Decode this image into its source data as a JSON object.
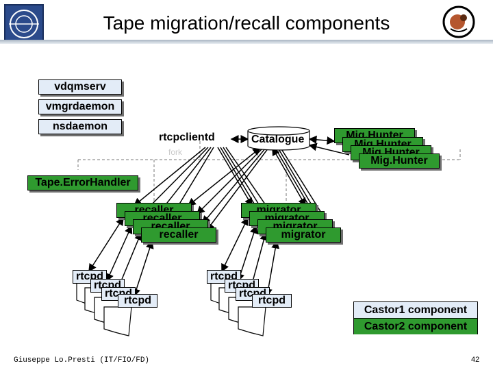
{
  "slide": {
    "title": "Tape migration/recall components",
    "footer_author": "Giuseppe Lo.Presti (IT/FIO/FD)",
    "page_number": "42"
  },
  "components": {
    "vdqmserv": "vdqmserv",
    "vmgrdaemon": "vmgrdaemon",
    "nsdaemon": "nsdaemon",
    "rtcpclientd": "rtcpclientd",
    "catalogue": "Catalogue",
    "fork_label": "fork",
    "mig_hunter": "Mig.Hunter",
    "tape_error_handler": "Tape.ErrorHandler",
    "recaller": "recaller",
    "migrator": "migrator",
    "rtcpd": "rtcpd"
  },
  "legend": {
    "castor1": "Castor1 component",
    "castor2": "Castor2 component"
  },
  "colors": {
    "castor1_fill": "#e3ecf7",
    "castor2_fill": "#2f9a2f"
  }
}
